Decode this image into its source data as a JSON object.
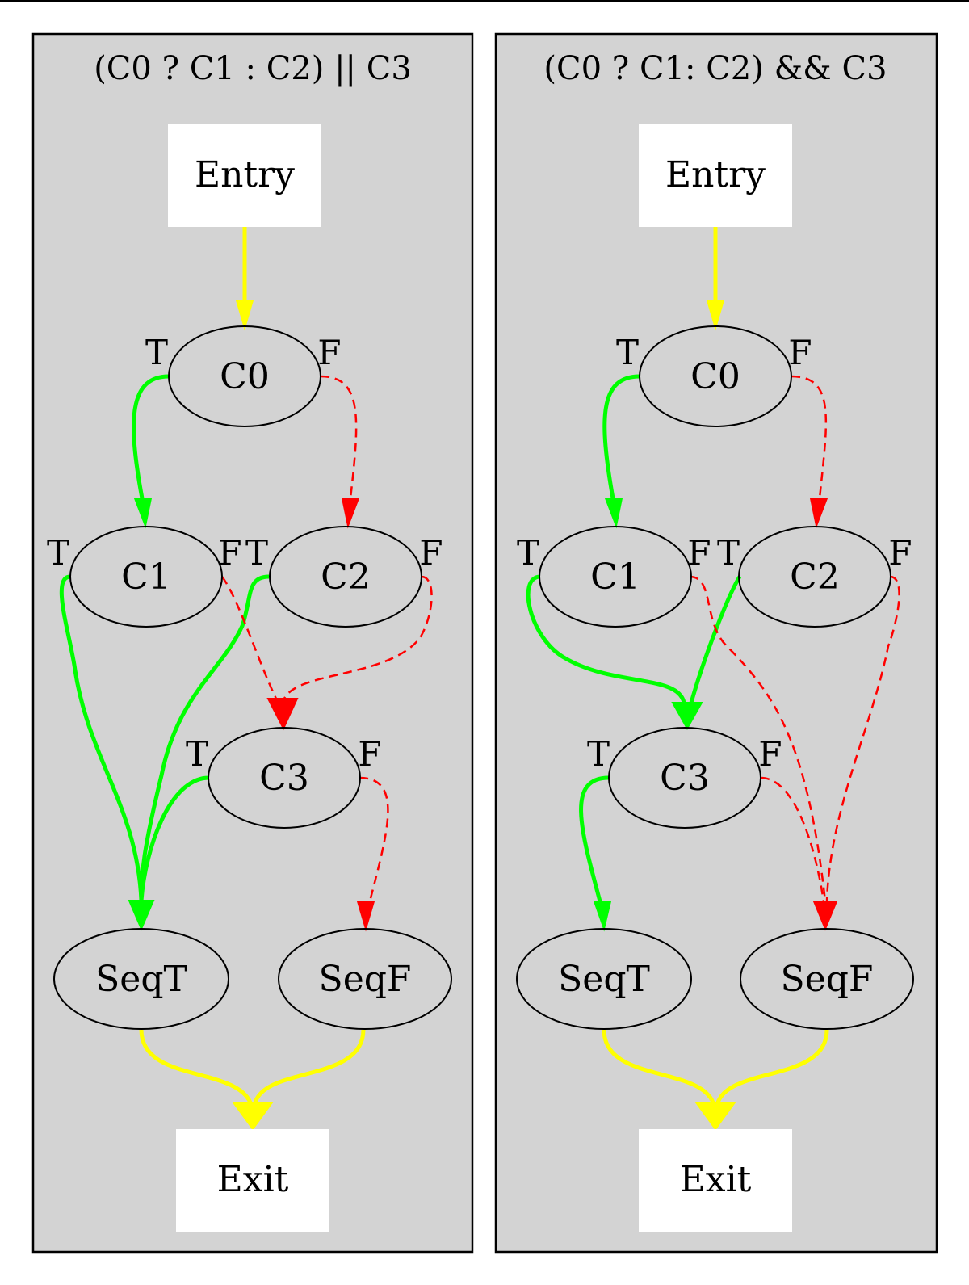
{
  "diagram": {
    "left": {
      "title": "(C0 ? C1 : C2) || C3",
      "entry": "Entry",
      "exit": "Exit",
      "nodes": {
        "c0": "C0",
        "c1": "C1",
        "c2": "C2",
        "c3": "C3",
        "seqt": "SeqT",
        "seqf": "SeqF"
      }
    },
    "right": {
      "title": "(C0 ? C1: C2) && C3",
      "entry": "Entry",
      "exit": "Exit",
      "nodes": {
        "c0": "C0",
        "c1": "C1",
        "c2": "C2",
        "c3": "C3",
        "seqt": "SeqT",
        "seqf": "SeqF"
      }
    },
    "port_labels": {
      "true": "T",
      "false": "F"
    },
    "edge_colors": {
      "flow": "#ffff00",
      "true": "#00ff00",
      "false": "#ff0000"
    }
  }
}
